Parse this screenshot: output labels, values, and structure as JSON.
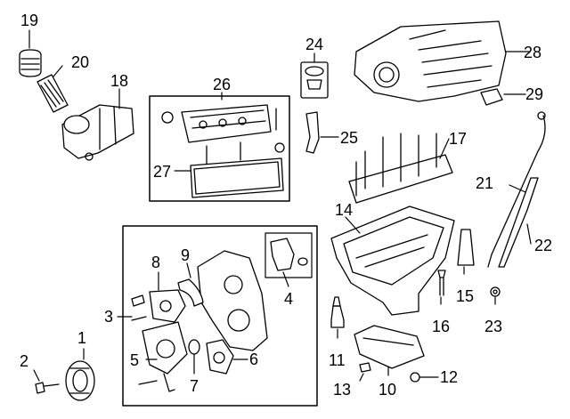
{
  "diagram": {
    "labels": {
      "n1": "1",
      "n2": "2",
      "n3": "3",
      "n4": "4",
      "n5": "5",
      "n6": "6",
      "n7": "7",
      "n8": "8",
      "n9": "9",
      "n10": "10",
      "n11": "11",
      "n12": "12",
      "n13": "13",
      "n14": "14",
      "n15": "15",
      "n16": "16",
      "n17": "17",
      "n18": "18",
      "n19": "19",
      "n20": "20",
      "n21": "21",
      "n22": "22",
      "n23": "23",
      "n24": "24",
      "n25": "25",
      "n26": "26",
      "n27": "27",
      "n28": "28",
      "n29": "29"
    },
    "colors": {
      "line": "#000000",
      "part_fill": "#ffffff",
      "shade": "#e6e6e6"
    }
  }
}
